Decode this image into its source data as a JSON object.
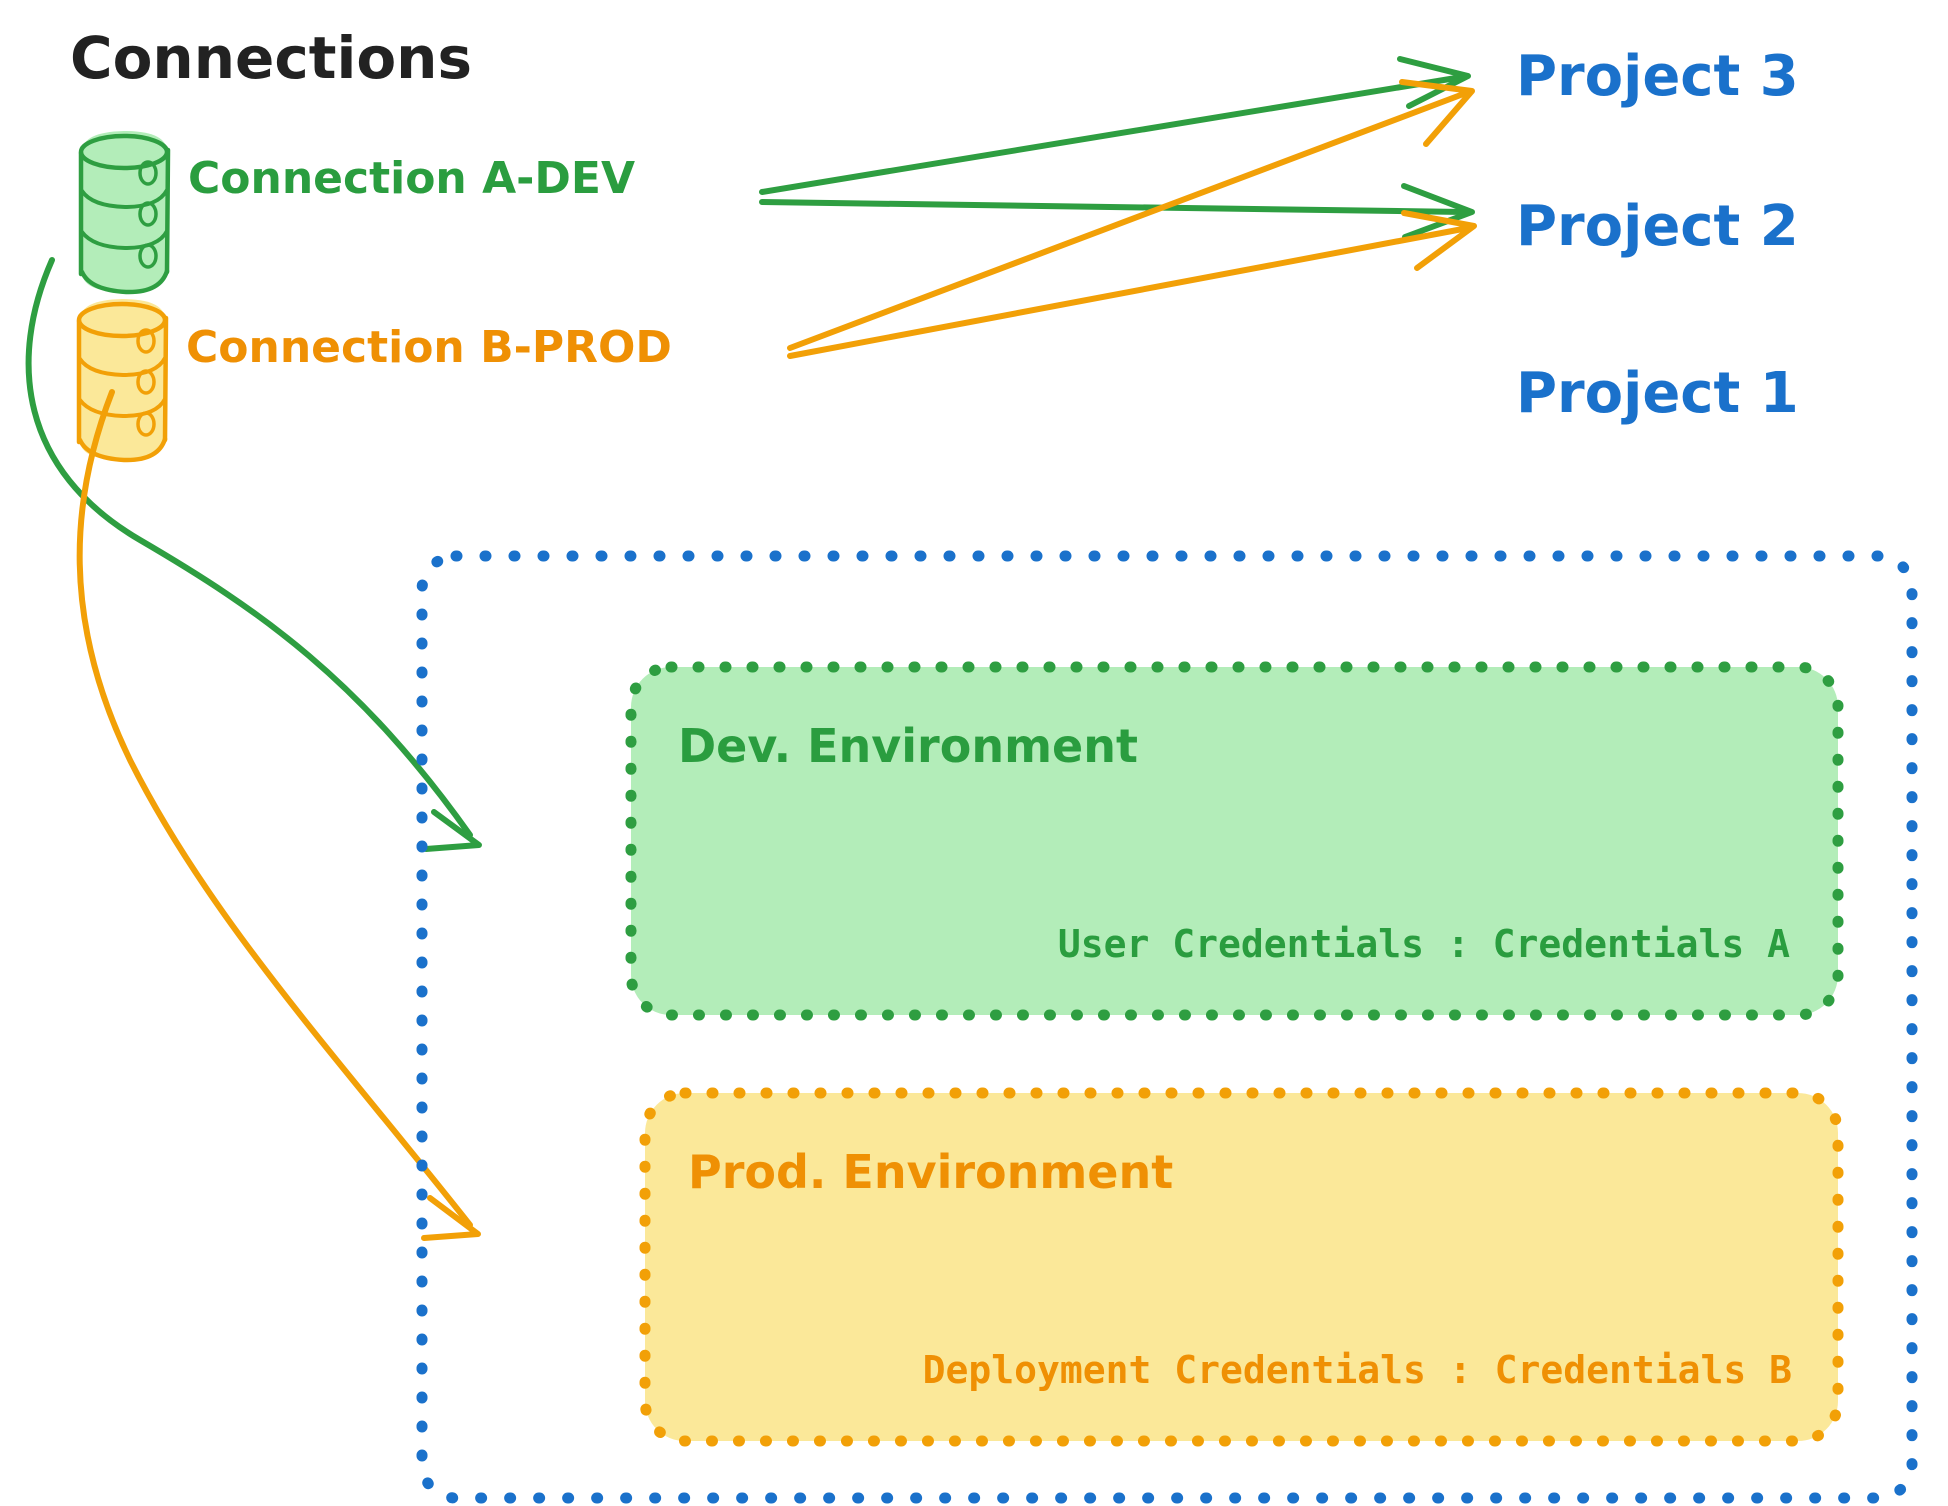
{
  "title": "Connections",
  "colors": {
    "green_stroke": "#2e9e41",
    "green_text": "#2a9d3f",
    "green_fill": "#b3edb9",
    "orange_stroke": "#f2a007",
    "orange_text": "#ef9004",
    "orange_fill": "#fbe899",
    "blue": "#1a71cb",
    "black": "#222222"
  },
  "connections": [
    {
      "id": "a-dev",
      "label": "Connection A-DEV",
      "icon": "database-icon",
      "color": "#2a9d3f"
    },
    {
      "id": "b-prod",
      "label": "Connection B-PROD",
      "icon": "database-icon",
      "color": "#ef9004"
    }
  ],
  "projects": [
    {
      "id": "project-3",
      "label": "Project 3"
    },
    {
      "id": "project-2",
      "label": "Project 2"
    },
    {
      "id": "project-1",
      "label": "Project 1"
    }
  ],
  "environments": [
    {
      "id": "dev",
      "title": "Dev. Environment",
      "credential_label": "User Credentials",
      "credential_separator": ":",
      "credential_value": "Credentials A",
      "credential_line": "User Credentials : Credentials A"
    },
    {
      "id": "prod",
      "title": "Prod. Environment",
      "credential_label": "Deployment Credentials",
      "credential_separator": ":",
      "credential_value": "Credentials B",
      "credential_line": "Deployment Credentials : Credentials B"
    }
  ],
  "edges": [
    {
      "from": "a-dev",
      "to": "project-3",
      "color": "#2e9e41"
    },
    {
      "from": "a-dev",
      "to": "project-2",
      "color": "#2e9e41"
    },
    {
      "from": "b-prod",
      "to": "project-3",
      "color": "#f2a007"
    },
    {
      "from": "b-prod",
      "to": "project-2",
      "color": "#f2a007"
    },
    {
      "from": "a-dev",
      "to": "dev",
      "color": "#2e9e41"
    },
    {
      "from": "b-prod",
      "to": "prod",
      "color": "#f2a007"
    }
  ]
}
